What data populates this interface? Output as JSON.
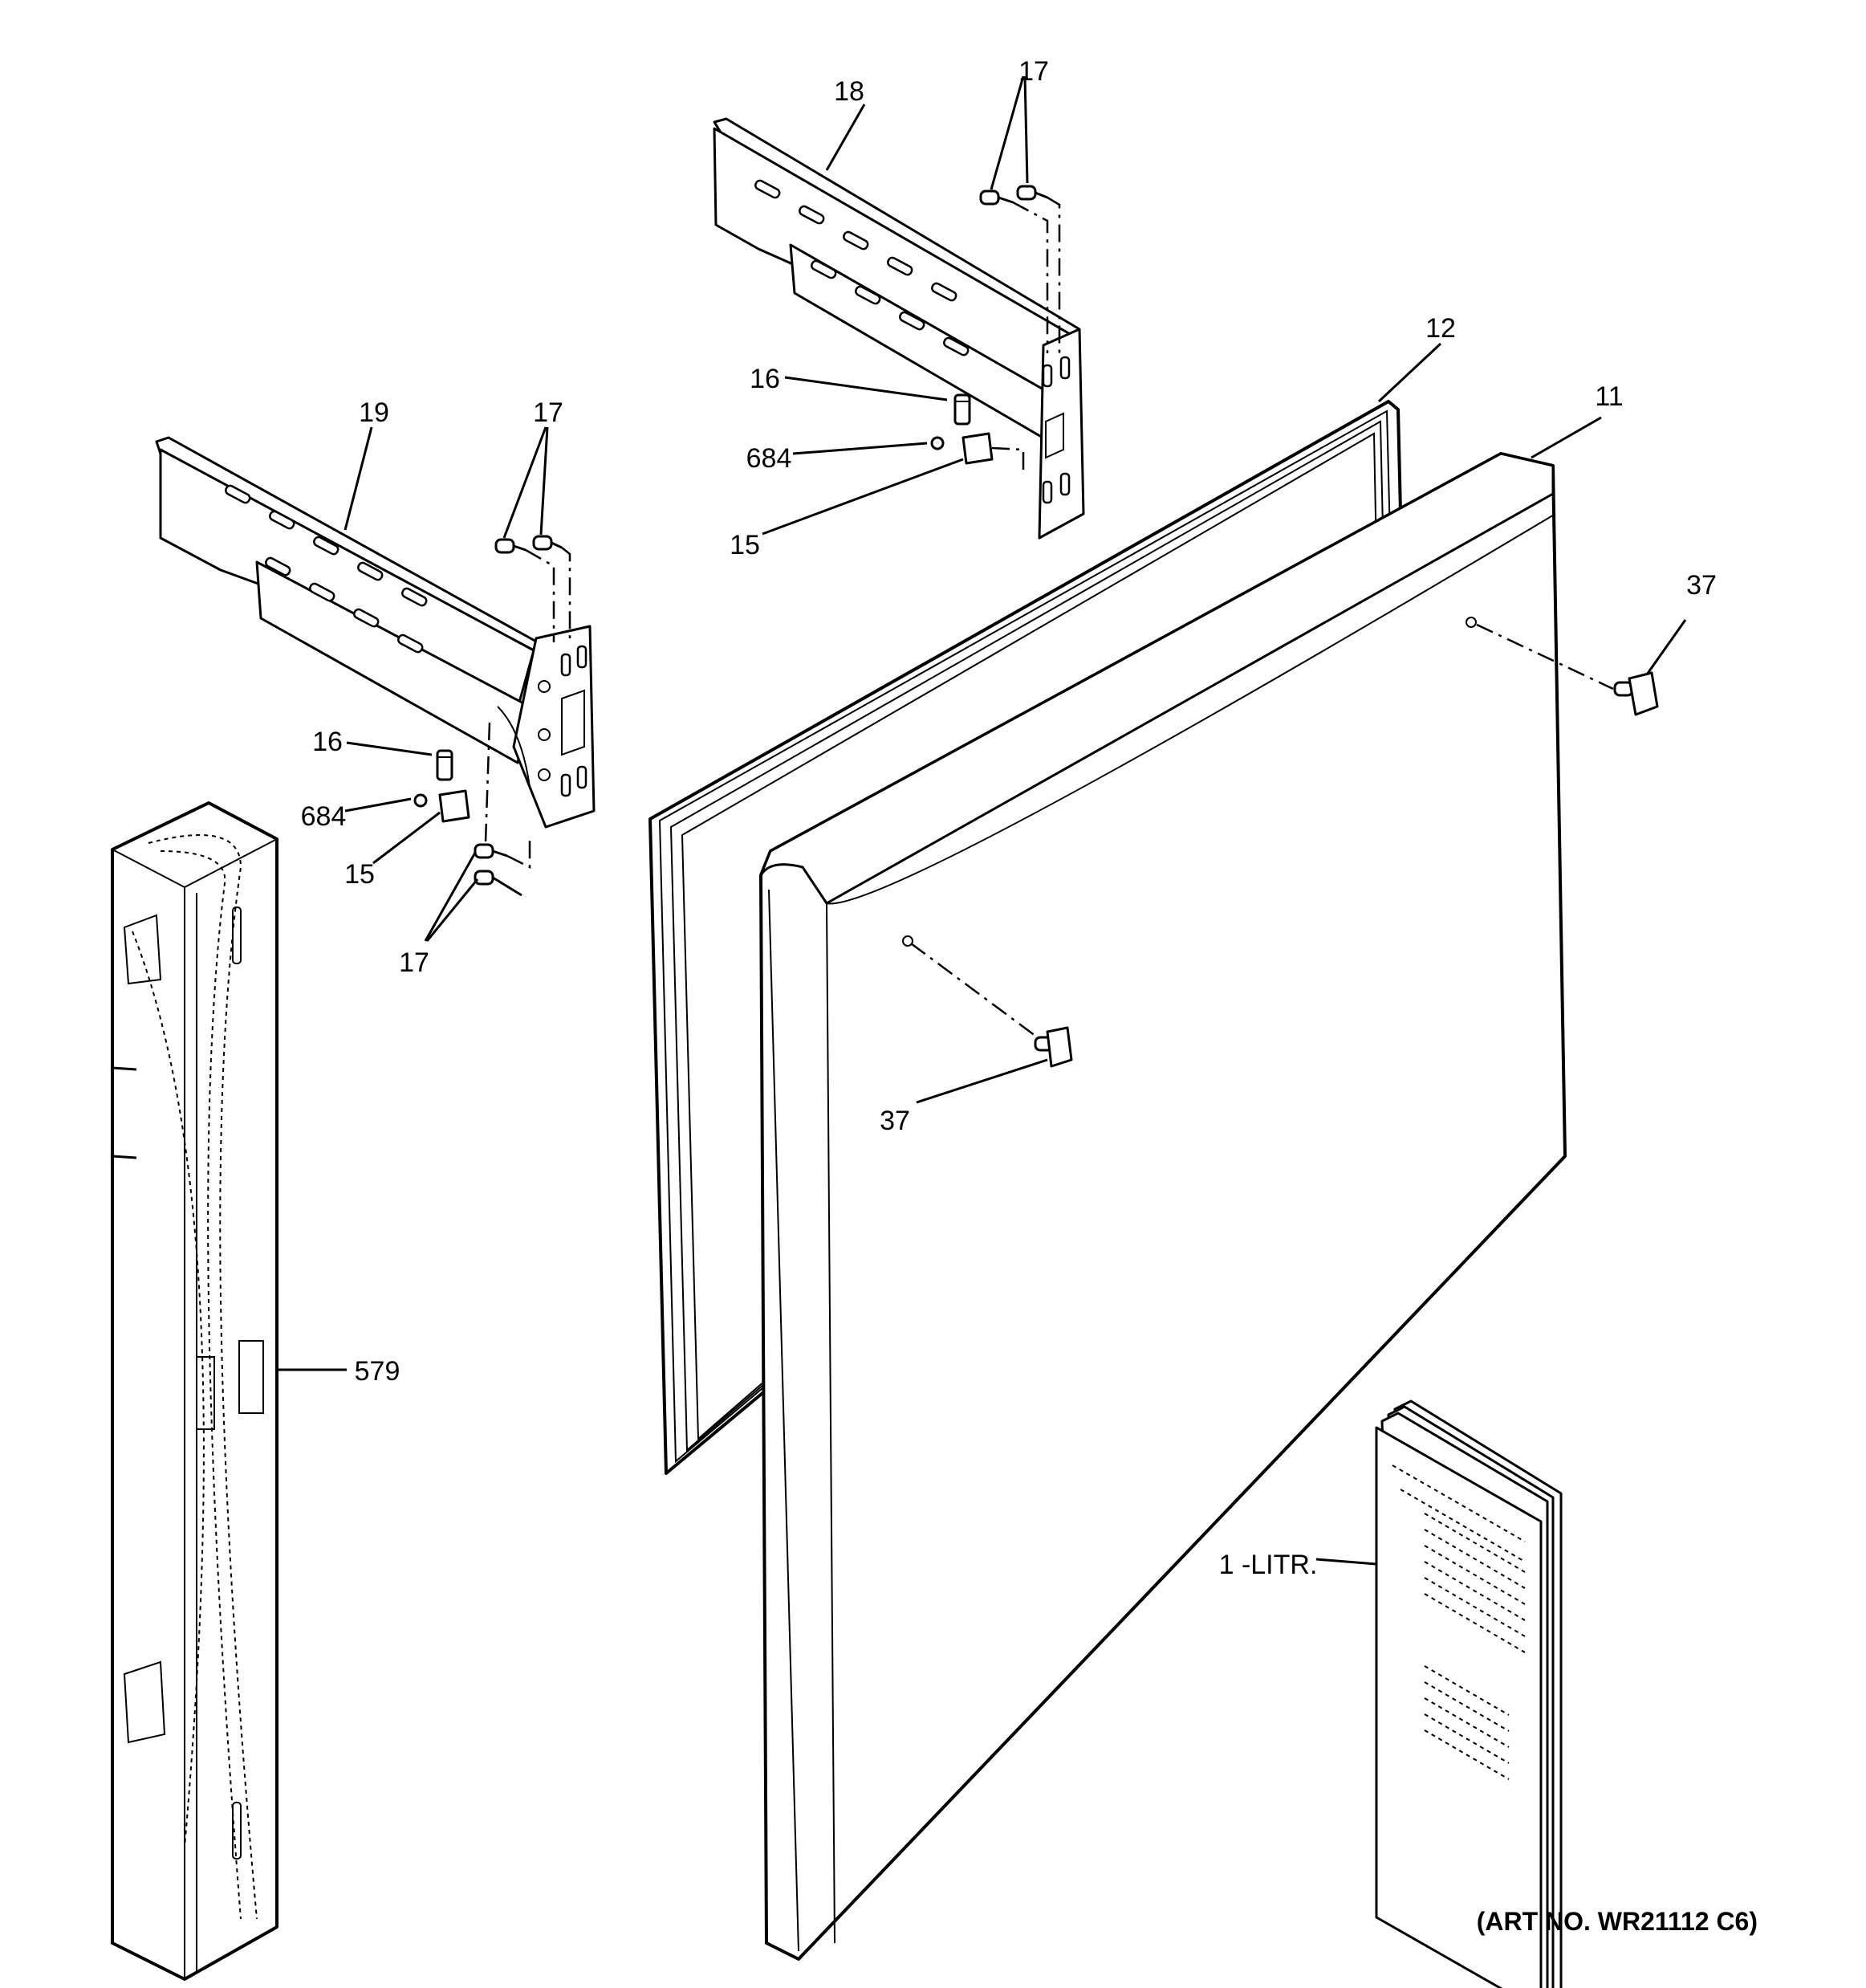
{
  "diagram": {
    "callouts": {
      "c18": "18",
      "c17_top": "17",
      "c12": "12",
      "c11": "11",
      "c16_top": "16",
      "c684_top": "684",
      "c15_top": "15",
      "c19": "19",
      "c17_left": "17",
      "c37_right": "37",
      "c16_left": "16",
      "c684_left": "684",
      "c15_left": "15",
      "c17_bottom": "17",
      "c37_center": "37",
      "c579": "579",
      "c1_litr": "1 -LITR."
    },
    "art_number": "(ART NO. WR21112 C6)"
  }
}
